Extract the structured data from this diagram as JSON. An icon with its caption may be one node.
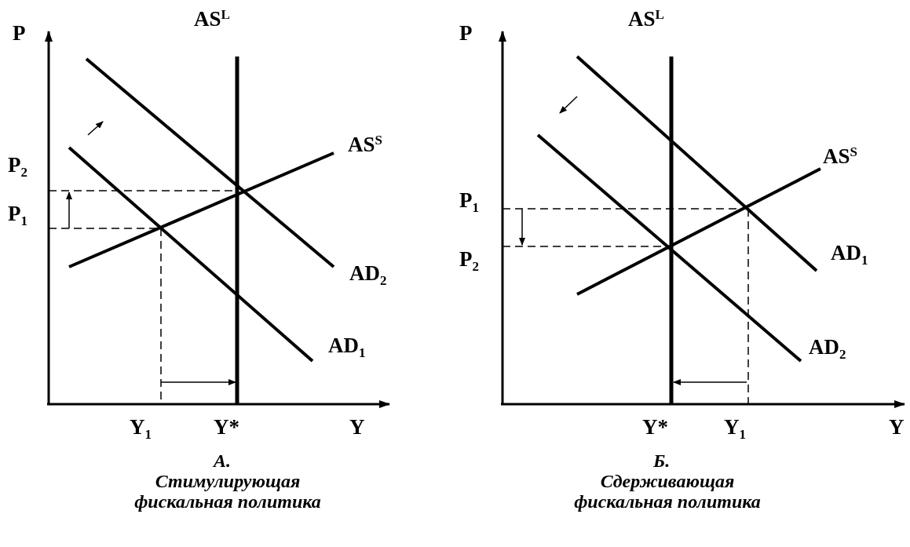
{
  "diagram": {
    "labels": [
      "P",
      "AS$^{L}$",
      "P$_{2}$",
      "AS$^{S}$",
      "P$_{1}$",
      "AD$_{2}$",
      "AD$_{1}$",
      "Y$_{1}$",
      "Y*",
      "Y",
      "А.",
      "Стимулирующая фискальная политика",
      "P",
      "AS$^{L}$",
      "AS$^{S}$",
      "P$_{1}$",
      "P$_{2}$",
      "AD$_{1}$",
      "AD$_{2}$",
      "Y*",
      "Y$_{1}$",
      "Y",
      "Б.",
      "Сдерживающая фискальная политика"
    ]
  }
}
